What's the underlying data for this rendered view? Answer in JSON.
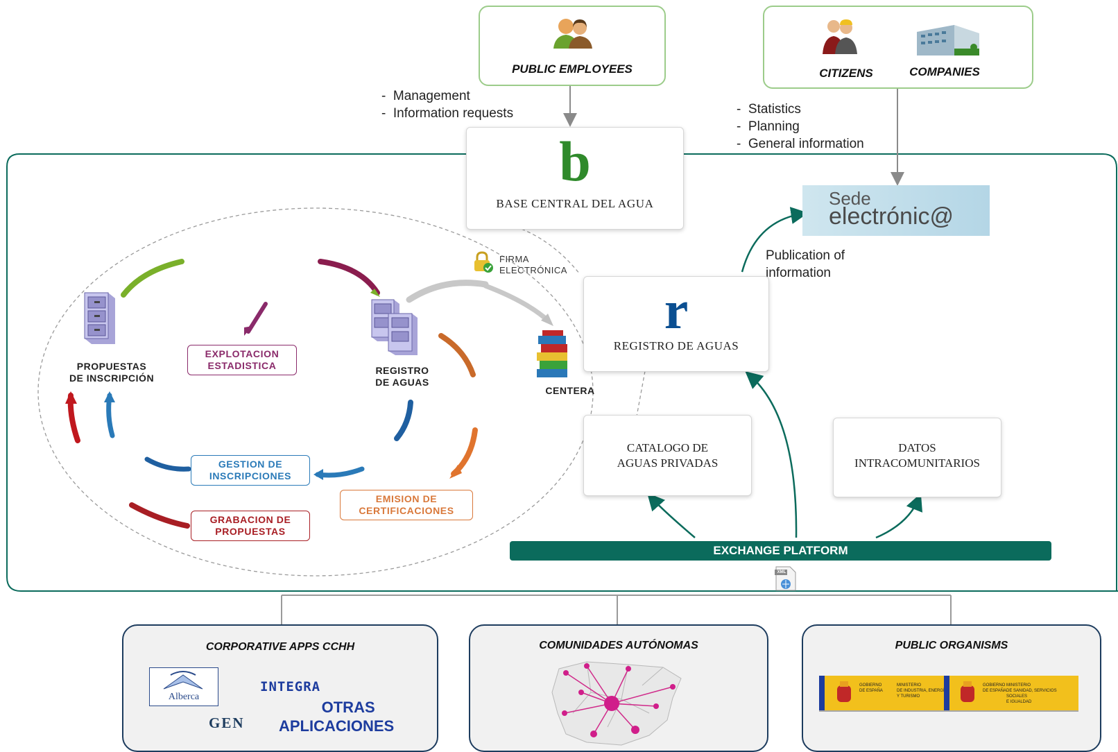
{
  "actors": {
    "public_employees": "PUBLIC EMPLOYEES",
    "citizens": "CITIZENS",
    "companies": "COMPANIES"
  },
  "employee_uses": [
    "Management",
    "Information requests"
  ],
  "public_uses": [
    "Statistics",
    "Planning",
    "General information"
  ],
  "base_central": {
    "logo": "b",
    "title": "BASE CENTRAL DEL AGUA"
  },
  "sede": {
    "line1": "Sede",
    "line2": "electrónic@"
  },
  "publication": [
    "Publication of",
    "information"
  ],
  "registro": {
    "logo": "r",
    "title": "REGISTRO DE AGUAS"
  },
  "firma": [
    "FIRMA",
    "ELECTRÓNICA"
  ],
  "process": {
    "propuestas": [
      "PROPUESTAS",
      "DE INSCRIPCIÓN"
    ],
    "registro_node": [
      "REGISTRO",
      "DE AGUAS"
    ],
    "centera": "CENTERA",
    "explotacion": [
      "EXPLOTACION",
      "ESTADISTICA"
    ],
    "gestion": [
      "GESTION DE",
      "INSCRIPCIONES"
    ],
    "emision": [
      "EMISION DE",
      "CERTIFICACIONES"
    ],
    "grabacion": [
      "GRABACION DE",
      "PROPUESTAS"
    ]
  },
  "catalogo": [
    "CATALOGO DE",
    "AGUAS PRIVADAS"
  ],
  "datos": [
    "DATOS",
    "INTRACOMUNITARIOS"
  ],
  "exchange": "EXCHANGE PLATFORM",
  "xml_icon": "XML",
  "bottom": {
    "corporative": {
      "title": "CORPORATIVE APPS CCHH",
      "alberca": "Alberca",
      "integra": "INTEGRA",
      "gen": "GEN",
      "otras": [
        "OTRAS",
        "APLICACIONES"
      ]
    },
    "comunidades": {
      "title": "COMUNIDADES AUTÓNOMAS"
    },
    "organisms": {
      "title": "PUBLIC ORGANISMS",
      "logo1": [
        "GOBIERNO",
        "DE ESPAÑA"
      ],
      "logo1b": [
        "MINISTERIO",
        "DE INDUSTRIA, ENERGÍA",
        "Y TURISMO"
      ],
      "logo2": [
        "GOBIERNO",
        "DE ESPAÑA"
      ],
      "logo2b": [
        "MINISTERIO",
        "DE SANIDAD, SERVICIOS SOCIALES",
        "E IGUALDAD"
      ]
    }
  },
  "colors": {
    "teal": "#0b6b5c",
    "explotacion": "#8a2a6a",
    "gestion": "#2a7ab8",
    "emision": "#d9783a",
    "grabacion": "#a81e24",
    "green_border": "#9ccc8a",
    "navy": "#1d3c5e",
    "logo_blue": "#0b4f91",
    "logo_green": "#2f8a2b"
  }
}
